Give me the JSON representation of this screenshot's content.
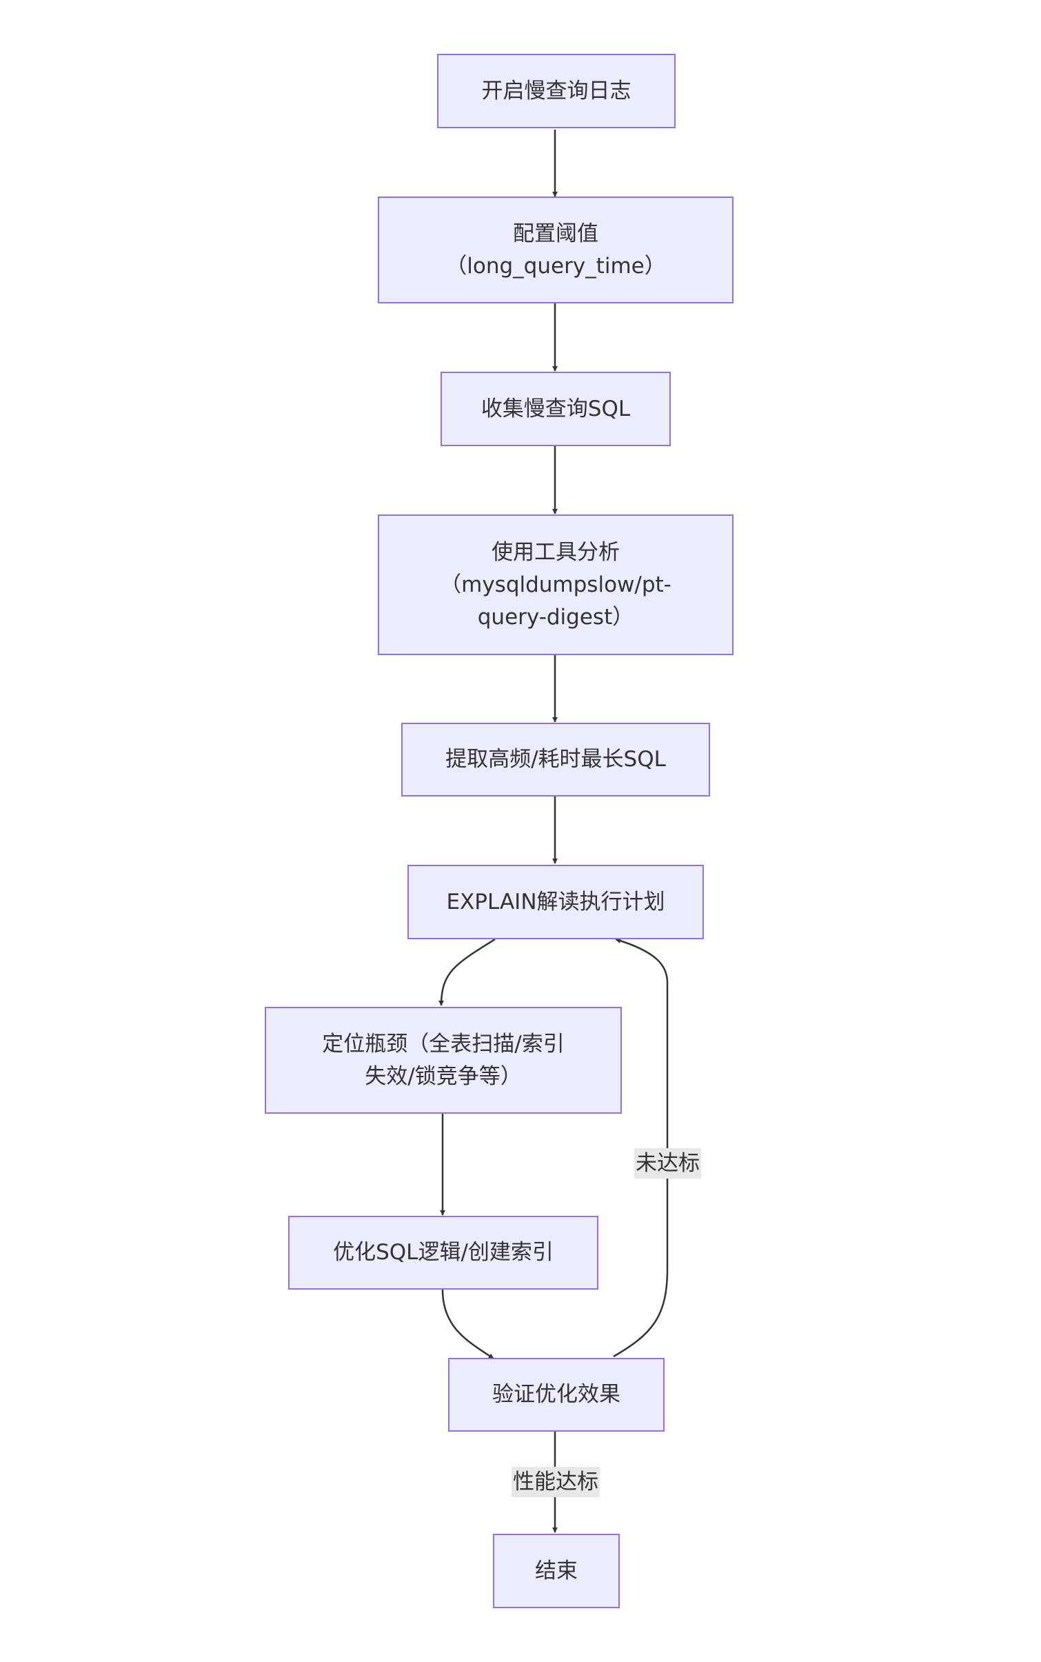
{
  "colors": {
    "node_fill": "#ececff",
    "node_border": "#9370db",
    "text": "#333333",
    "edge": "#333333",
    "edge_label_bg": "#e8e8e8"
  },
  "nodes": {
    "enable_slow_log": {
      "lines": [
        "开启慢查询日志"
      ]
    },
    "config_threshold": {
      "lines": [
        "配置阈值",
        "（long_query_time）"
      ]
    },
    "collect_slow_sql": {
      "lines": [
        "收集慢查询SQL"
      ]
    },
    "analyze_tools": {
      "lines": [
        "使用工具分析",
        "（mysqldumpslow/pt-",
        "query-digest）"
      ]
    },
    "extract_sql": {
      "lines": [
        "提取高频/耗时最长SQL"
      ]
    },
    "explain_plan": {
      "lines": [
        "EXPLAIN解读执行计划"
      ]
    },
    "locate_bottleneck": {
      "lines": [
        "定位瓶颈（全表扫描/索引",
        "失效/锁竞争等）"
      ]
    },
    "optimize_sql": {
      "lines": [
        "优化SQL逻辑/创建索引"
      ]
    },
    "verify_effect": {
      "lines": [
        "验证优化效果"
      ]
    },
    "end": {
      "lines": [
        "结束"
      ]
    }
  },
  "edge_labels": {
    "not_met": "未达标",
    "performance_met": "性能达标"
  }
}
